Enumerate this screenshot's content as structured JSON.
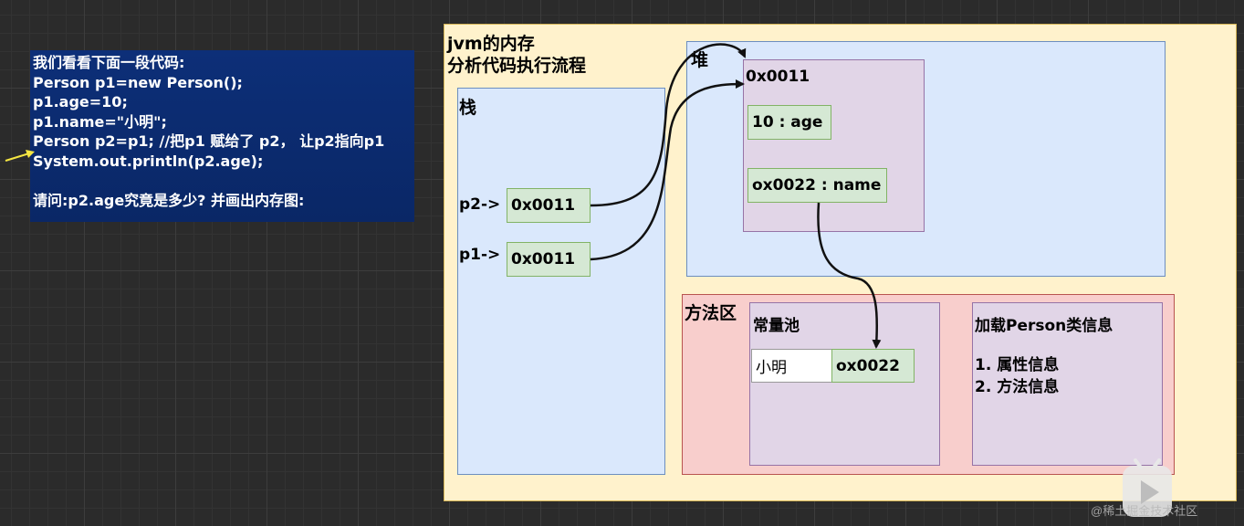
{
  "code_box": {
    "lines": [
      "我们看看下面一段代码:",
      "Person p1=new Person();",
      "p1.age=10;",
      "p1.name=\"小明\";",
      "Person p2=p1; //把p1 赋给了 p2， 让p2指向p1",
      "System.out.println(p2.age);",
      "",
      "请问:p2.age究竟是多少? 并画出内存图:"
    ]
  },
  "jvm": {
    "title_line1": "jvm的内存",
    "title_line2": "分析代码执行流程"
  },
  "stack": {
    "title": "栈",
    "p2_label": "p2->",
    "p2_value": "0x0011",
    "p1_label": "p1->",
    "p1_value": "0x0011"
  },
  "heap": {
    "title": "堆",
    "object_address": "0x0011",
    "age_field": "10 : age",
    "name_field": "ox0022 : name"
  },
  "method_area": {
    "title": "方法区",
    "constant_pool": {
      "title": "常量池",
      "string_value": "小明",
      "string_address": "ox0022"
    },
    "class_info": {
      "title": "加载Person类信息",
      "item1": "1. 属性信息",
      "item2": "2. 方法信息"
    }
  },
  "watermark": "@稀土掘金技术社区",
  "colors": {
    "code_bg": "#0d2f78",
    "jvm_bg": "#fff2cc",
    "region_blue": "#dae8fc",
    "region_purple": "#e1d5e7",
    "region_red": "#f8cecc",
    "cell_green": "#d5e8d4",
    "pointer_arrow": "#f5e642"
  }
}
